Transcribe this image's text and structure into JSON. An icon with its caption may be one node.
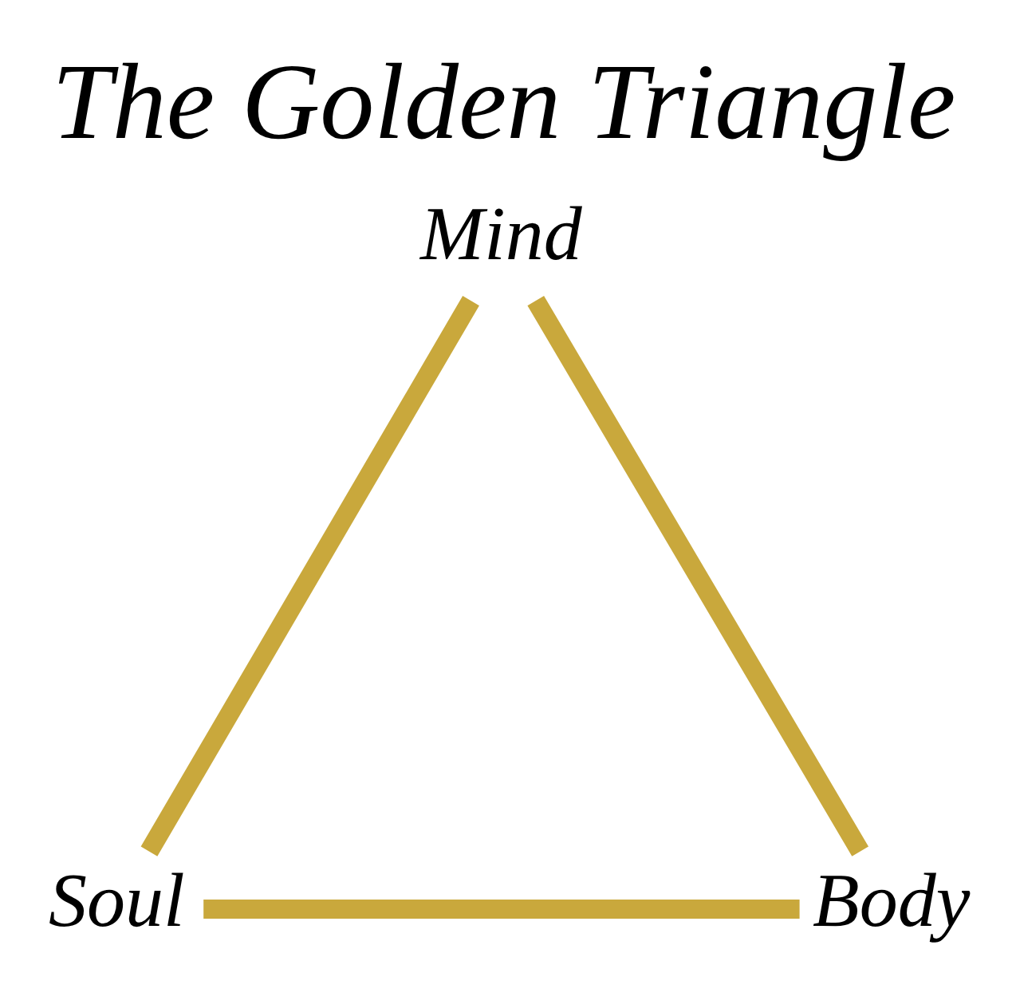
{
  "diagram": {
    "title": "The Golden Triangle",
    "nodes": [
      {
        "text": [
          "Mind"
        ]
      },
      {
        "text": [
          "Soul"
        ]
      },
      {
        "text": [
          "Body"
        ]
      }
    ],
    "edges": [
      {
        "from": 0,
        "to": 1,
        "arrow": "none"
      },
      {
        "from": 0,
        "to": 2,
        "arrow": "none"
      },
      {
        "from": 1,
        "to": 2,
        "arrow": "none"
      }
    ]
  }
}
